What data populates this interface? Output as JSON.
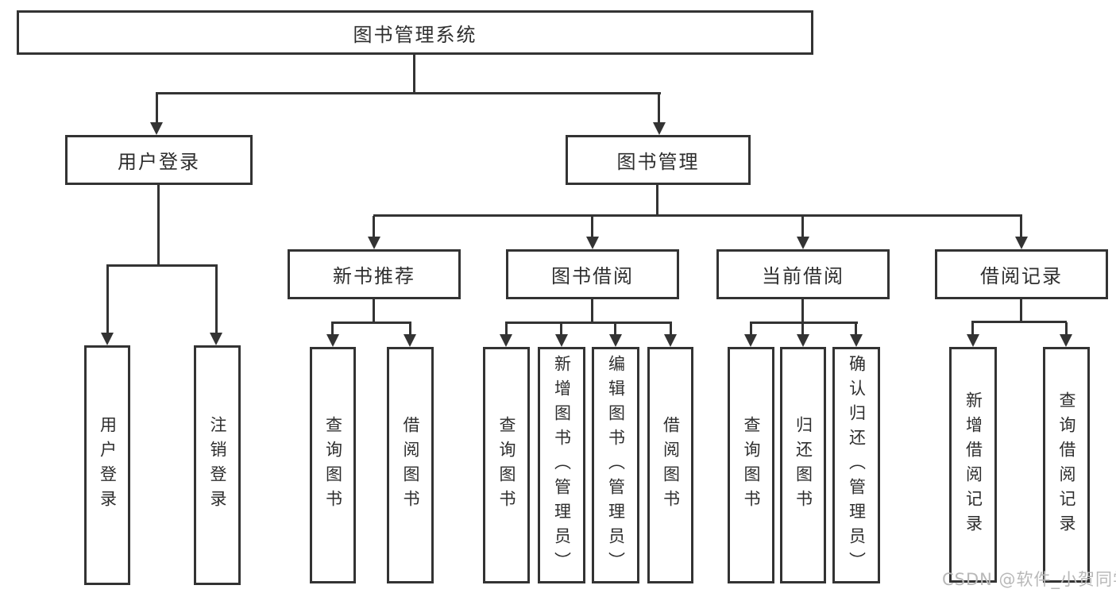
{
  "diagram": {
    "tree": {
      "root": {
        "label": "图书管理系统"
      },
      "branches": [
        {
          "label": "用户登录",
          "leaves": [
            {
              "label": "用户登录"
            },
            {
              "label": "注销登录"
            }
          ]
        },
        {
          "label": "图书管理",
          "groups": [
            {
              "label": "新书推荐",
              "leaves": [
                {
                  "label": "查询图书"
                },
                {
                  "label": "借阅图书"
                }
              ]
            },
            {
              "label": "图书借阅",
              "leaves": [
                {
                  "label": "查询图书"
                },
                {
                  "label": "新增图书（管理员）"
                },
                {
                  "label": "编辑图书（管理员）"
                },
                {
                  "label": "借阅图书"
                }
              ]
            },
            {
              "label": "当前借阅",
              "leaves": [
                {
                  "label": "查询图书"
                },
                {
                  "label": "归还图书"
                },
                {
                  "label": "确认归还（管理员）"
                }
              ]
            },
            {
              "label": "借阅记录",
              "leaves": [
                {
                  "label": "新增借阅记录"
                },
                {
                  "label": "查询借阅记录"
                }
              ]
            }
          ]
        }
      ]
    },
    "colors": {
      "line": "#333333",
      "text": "#2e2e2e",
      "background": "#ffffff",
      "watermark": "#b8b8b8"
    },
    "watermark": {
      "text": "CSDN @软件_小贺同学"
    }
  }
}
